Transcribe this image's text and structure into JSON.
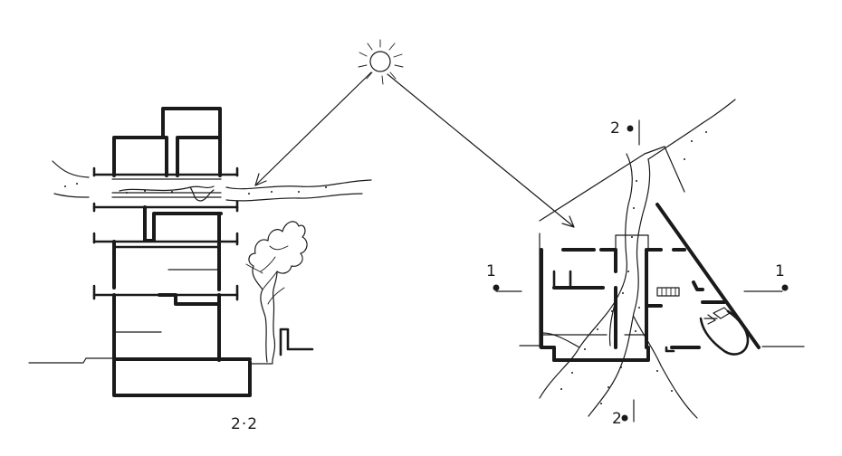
{
  "section_caption": "2·2",
  "markers": {
    "plan_top": "2",
    "plan_bottom": "2",
    "plan_left": "1",
    "plan_right": "1"
  }
}
